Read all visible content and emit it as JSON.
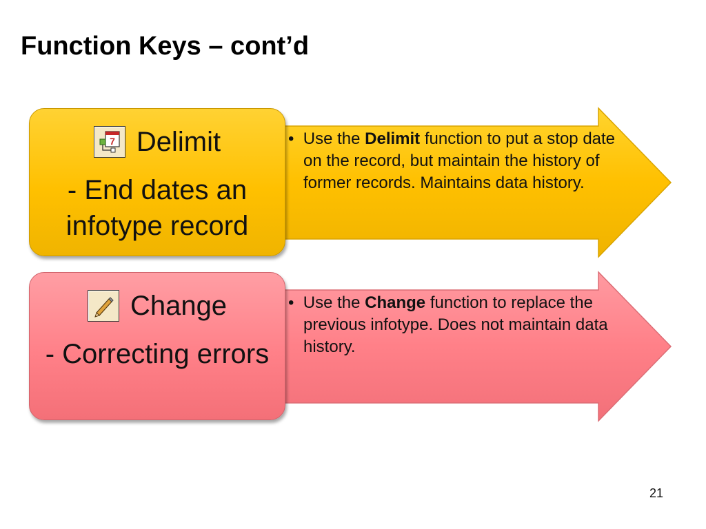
{
  "slide": {
    "title": "Function Keys – cont’d",
    "page_number": "21"
  },
  "items": [
    {
      "key_label": "Delimit",
      "subtitle": "- End dates an infotype record",
      "icon": "delimit-calendar-icon",
      "bullet_marker": "•",
      "desc_prefix": "Use the ",
      "desc_bold": "Delimit",
      "desc_suffix": " function to put a stop date on the record, but maintain the history of former records.  Maintains data history.",
      "color": "#ffc000"
    },
    {
      "key_label": "Change",
      "subtitle": "- Correcting errors",
      "icon": "pencil-edit-icon",
      "bullet_marker": "•",
      "desc_prefix": "Use the ",
      "desc_bold": "Change",
      "desc_suffix": " function to replace the previous infotype.  Does not maintain data history.",
      "color": "#ff8088"
    }
  ]
}
